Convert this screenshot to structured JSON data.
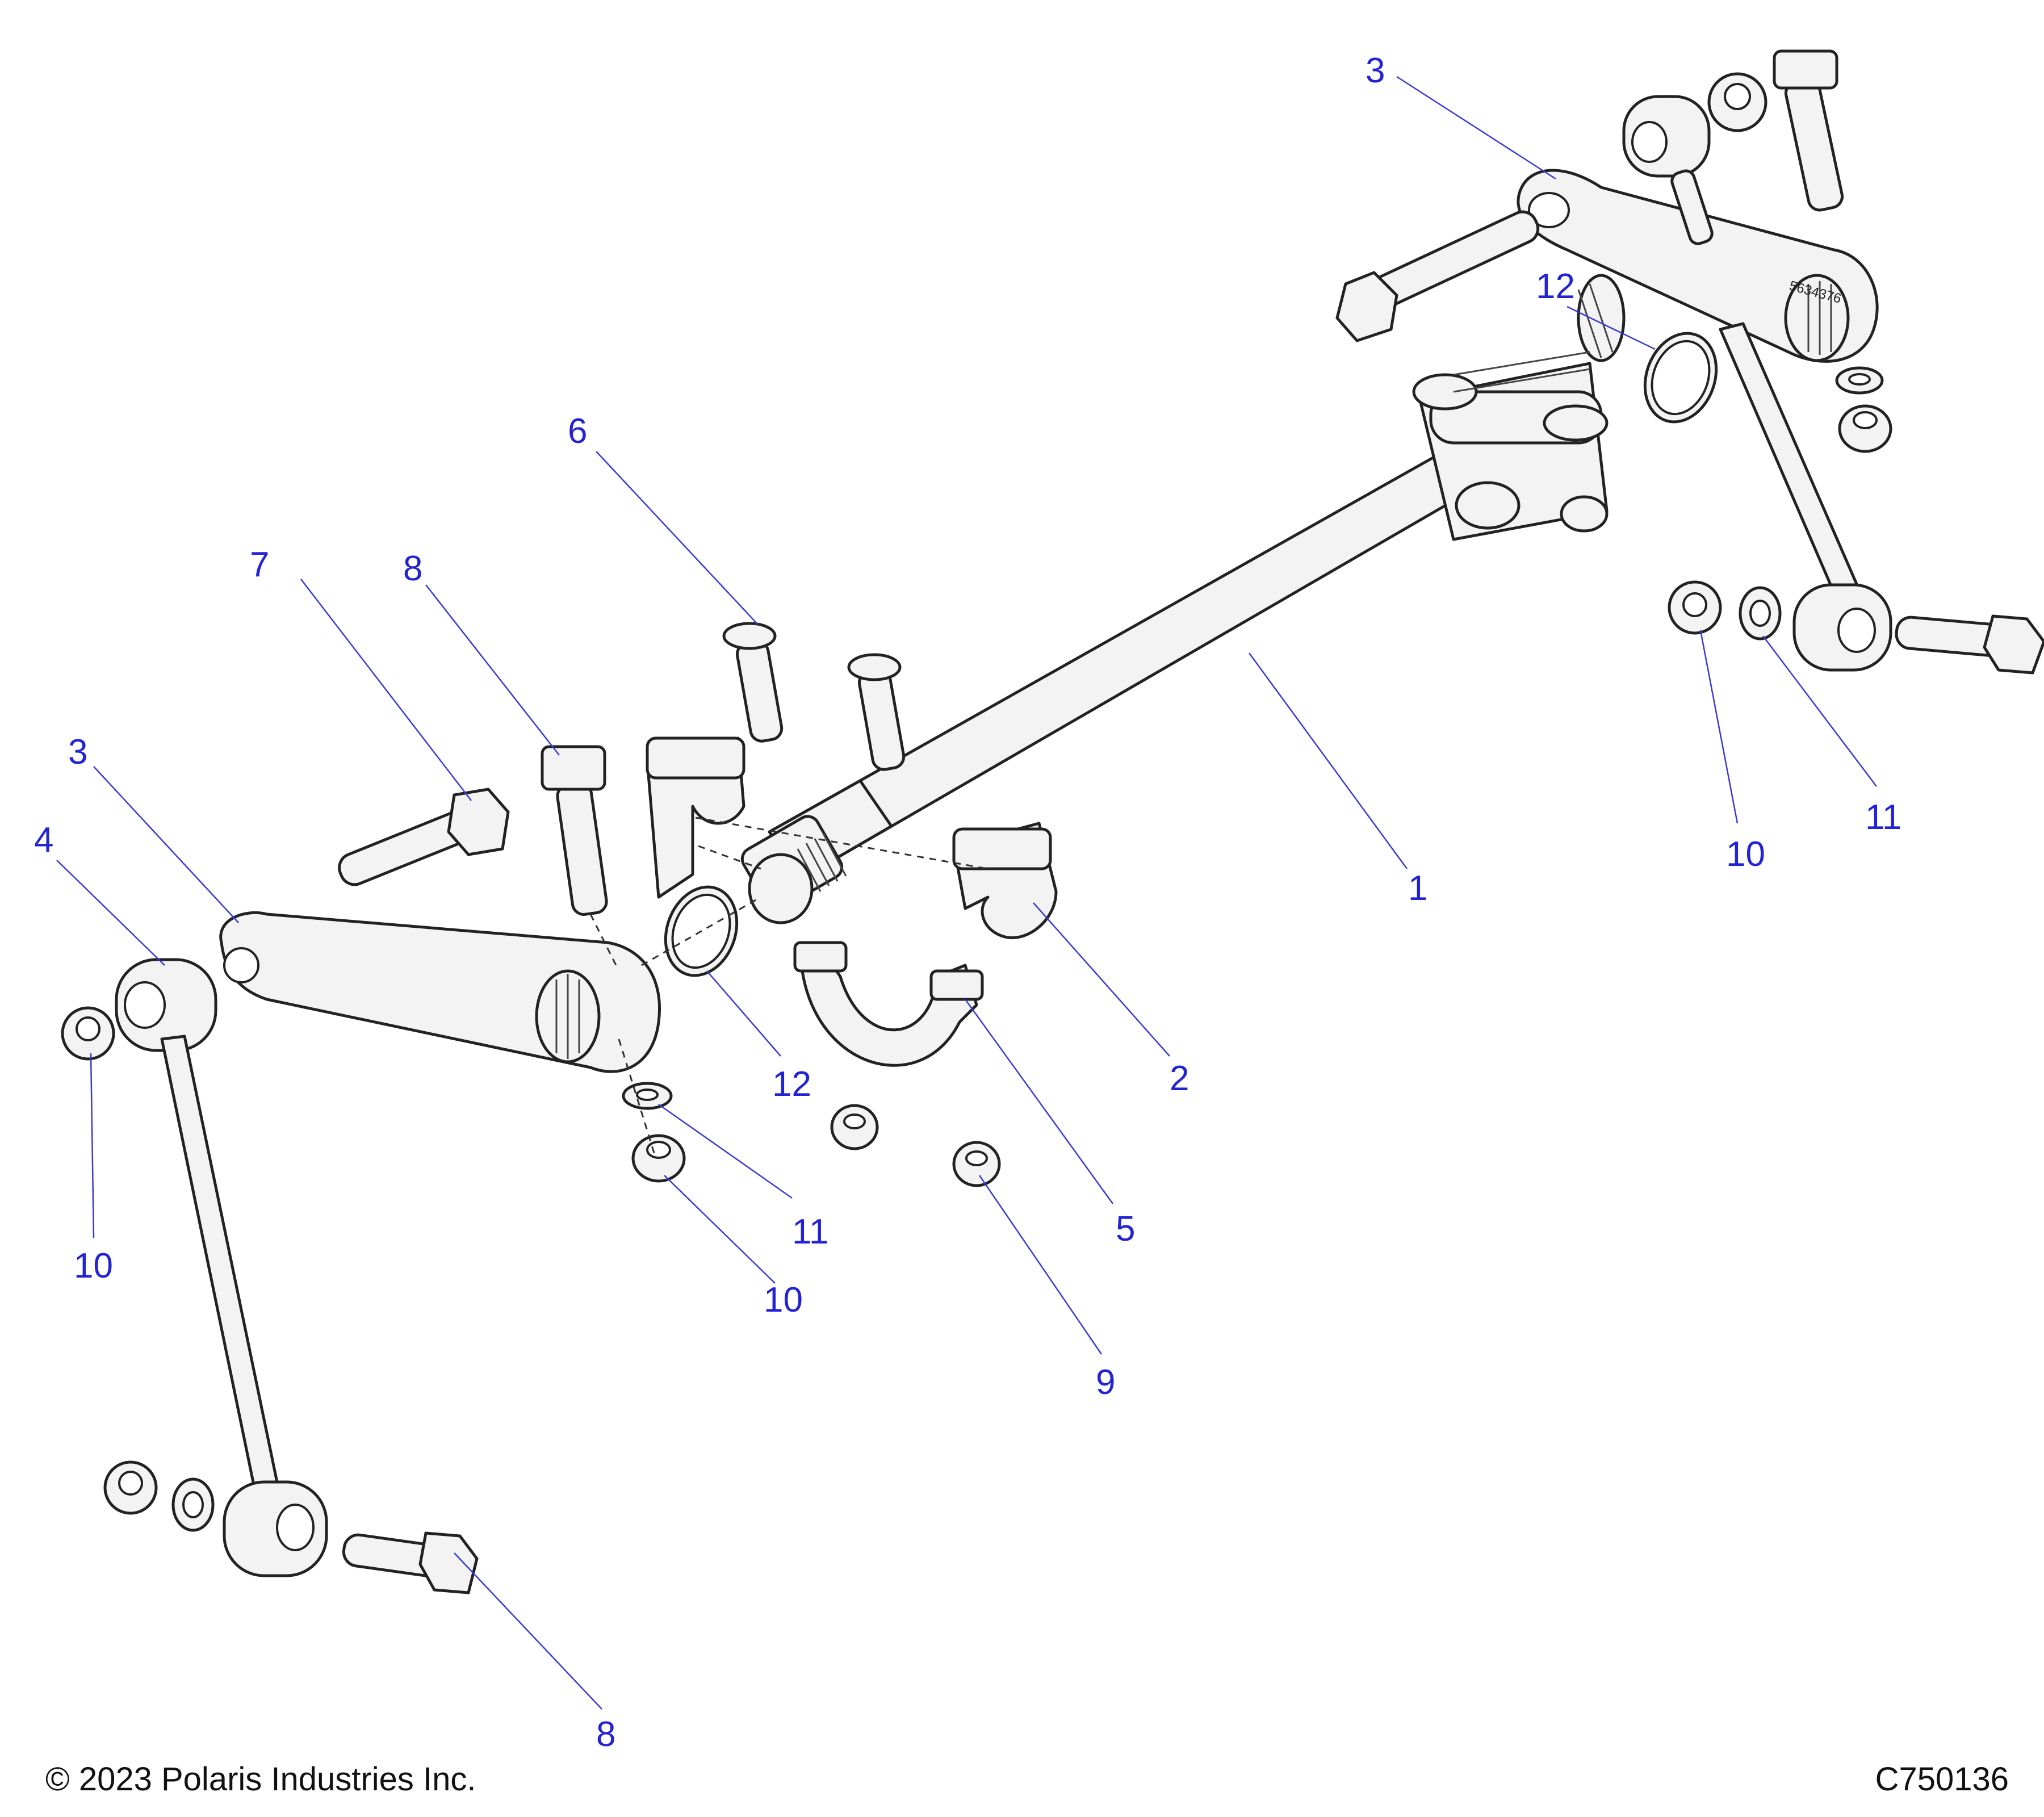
{
  "footer": {
    "copyright": "© 2023 Polaris Industries Inc.",
    "drawing_number": "C750136"
  },
  "part_stamp": "5634376",
  "callouts": {
    "c1": "1",
    "c2": "2",
    "c3_right": "3",
    "c3_left": "3",
    "c4": "4",
    "c5": "5",
    "c6": "6",
    "c7": "7",
    "c8_top": "8",
    "c8_bottom": "8",
    "c9": "9",
    "c10_left": "10",
    "c10_mid": "10",
    "c10_right": "10",
    "c11_mid": "11",
    "c11_right": "11",
    "c12_top": "12",
    "c12_mid": "12"
  },
  "colors": {
    "callout_text": "#2323d6",
    "leader_line": "#3a3ad8",
    "part_fill": "#f3f3f3",
    "outline": "#222222"
  }
}
